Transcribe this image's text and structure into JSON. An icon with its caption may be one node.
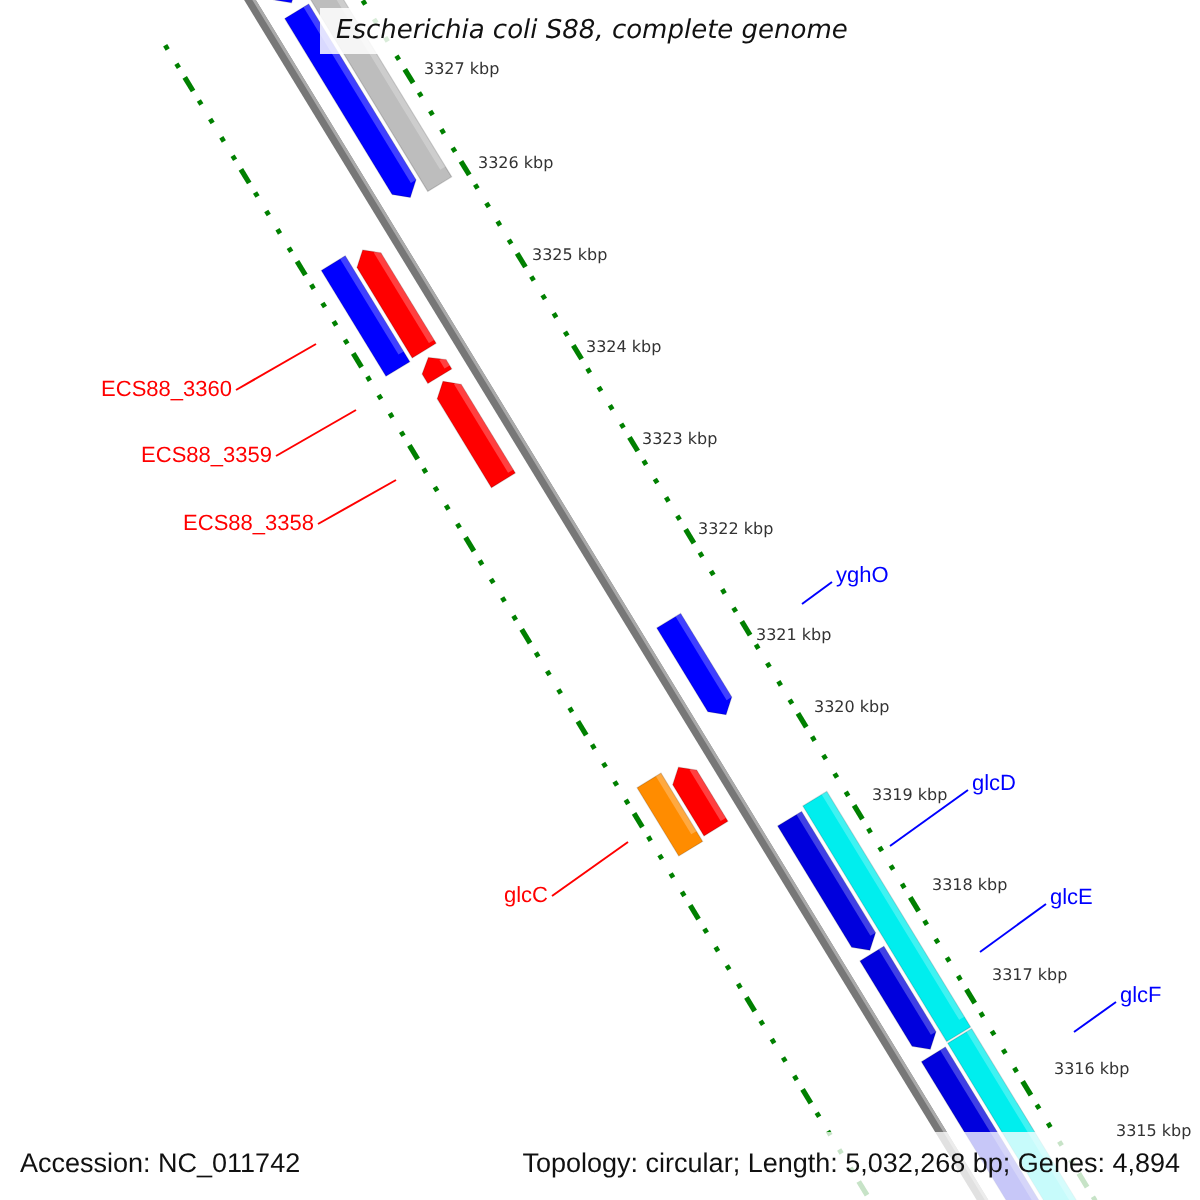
{
  "diagram": {
    "title": "Escherichia coli S88, complete genome",
    "nodes": [
      {
        "text": [
          "ECS88_3360"
        ]
      },
      {
        "text": [
          "ECS88_3359"
        ]
      },
      {
        "text": [
          "ECS88_3358"
        ]
      },
      {
        "text": [
          "yghO"
        ]
      },
      {
        "text": [
          "glcD"
        ]
      },
      {
        "text": [
          "glcC"
        ]
      },
      {
        "text": [
          "glcE"
        ]
      },
      {
        "text": [
          "glcF"
        ]
      }
    ],
    "edges": [
      {
        "from": 0,
        "to": null,
        "arrow": "none"
      },
      {
        "from": 1,
        "to": null,
        "arrow": "none"
      },
      {
        "from": 2,
        "to": null,
        "arrow": "none"
      },
      {
        "from": 3,
        "to": null,
        "arrow": "none",
        "color": "#0000ff"
      },
      {
        "from": 4,
        "to": null,
        "arrow": "none",
        "color": "#0000ff"
      },
      {
        "from": 5,
        "to": null,
        "arrow": "none"
      },
      {
        "from": 6,
        "to": null,
        "arrow": "none",
        "color": "#0000ff"
      },
      {
        "from": 7,
        "to": null,
        "arrow": "none",
        "color": "#0000ff"
      }
    ],
    "labels": [
      "3327 kbp",
      "3326 kbp",
      "3325 kbp",
      "3324 kbp",
      "3323 kbp",
      "3322 kbp",
      "3321 kbp",
      "3320 kbp",
      "3319 kbp",
      "3318 kbp",
      "3317 kbp",
      "3316 kbp",
      "3315 kbp",
      "Accession: NC_011742",
      "Topology: circular; Length: 5,032,268 bp; Genes: 4,894"
    ]
  }
}
